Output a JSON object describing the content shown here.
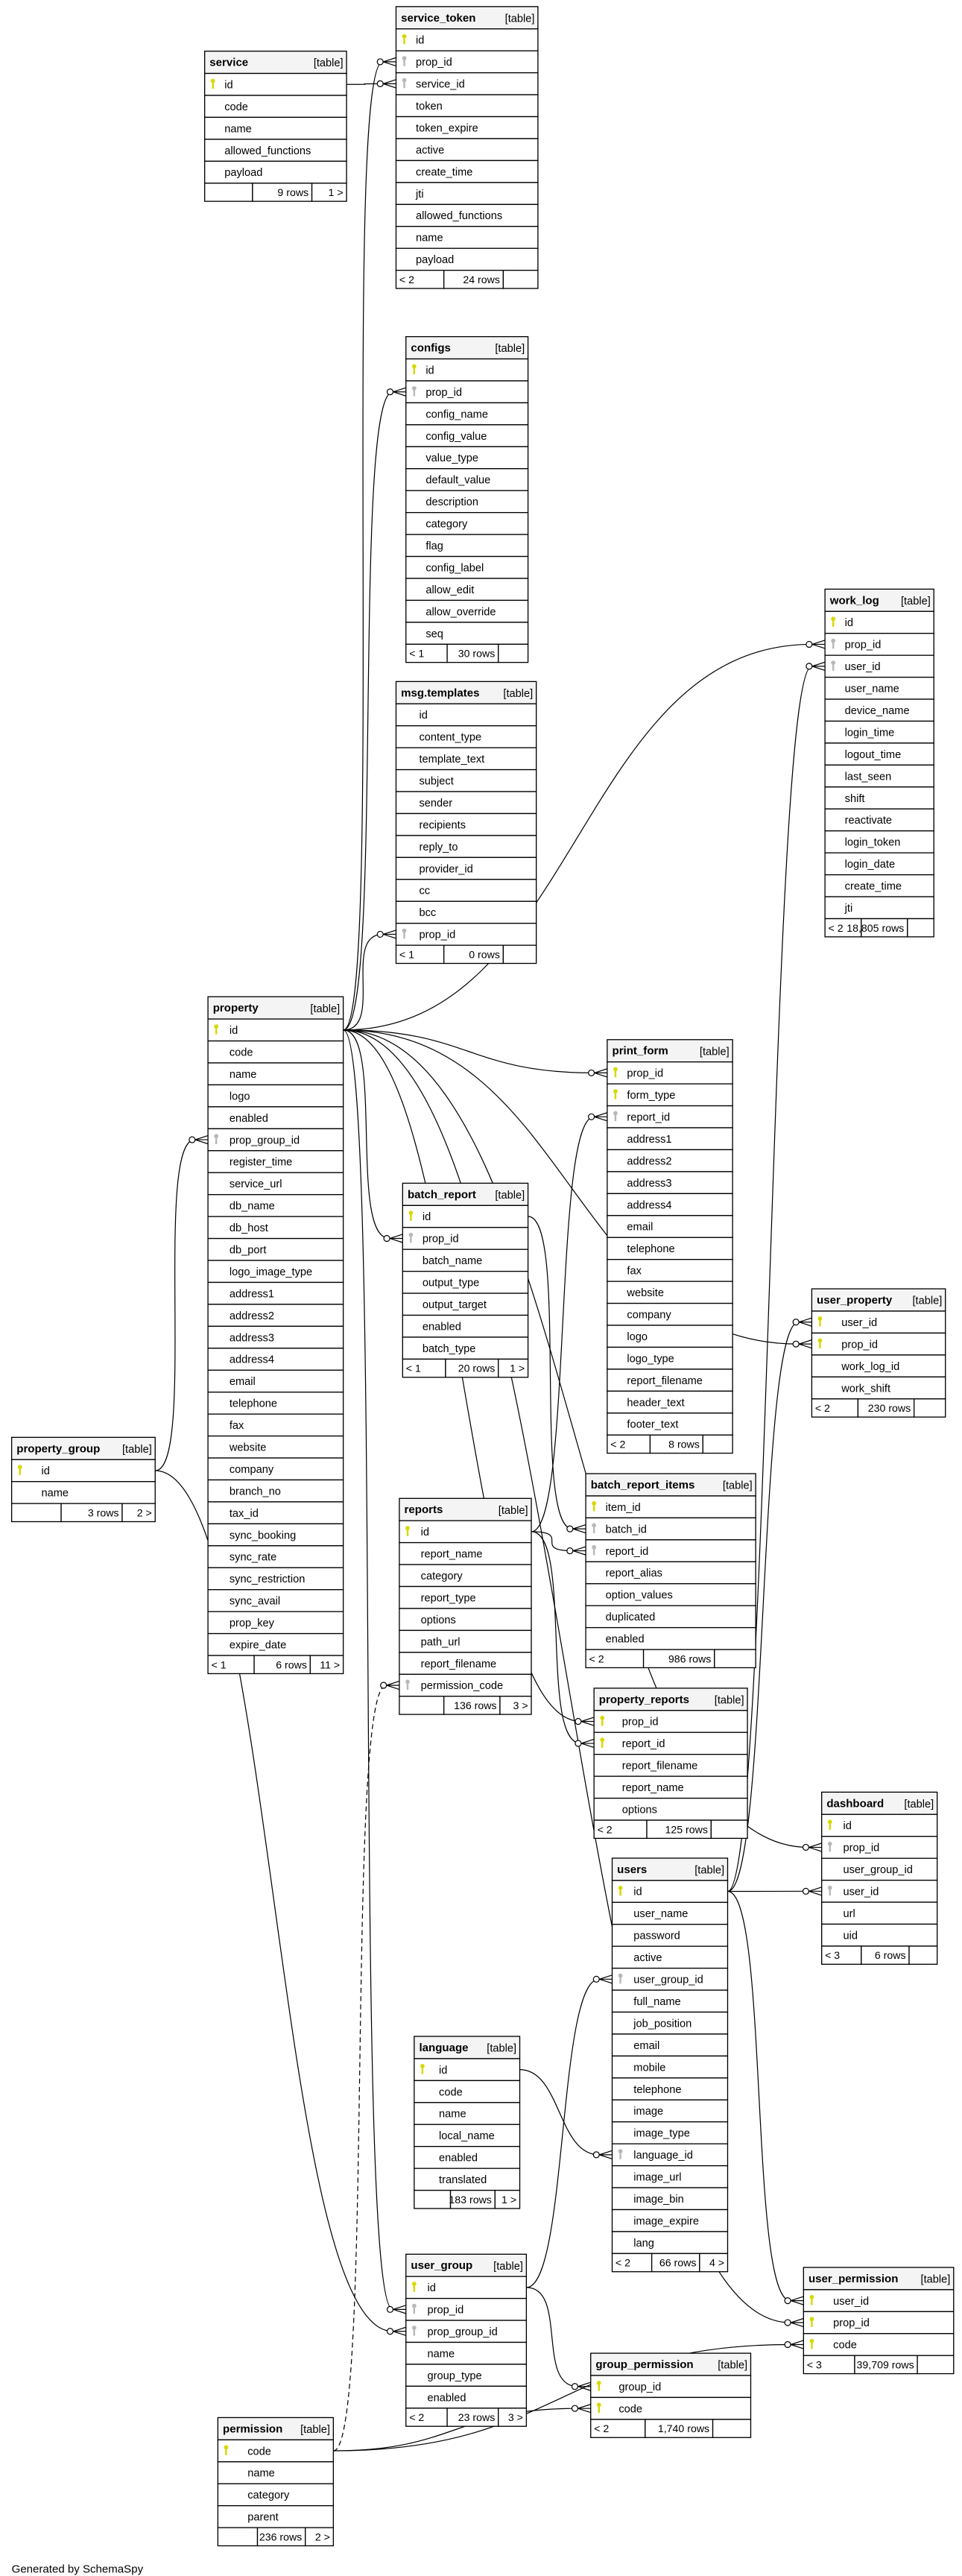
{
  "colors": {
    "primary_key": "#d8d800",
    "foreign_key": "#b8b8b8",
    "header_bg": "#f4f4f4"
  },
  "diagram": {
    "footer_text": "Generated by SchemaSpy",
    "tables": [
      {
        "name": "service",
        "type_label": "[table]",
        "columns": [
          {
            "name": "id",
            "key": "pk"
          },
          {
            "name": "code",
            "key": ""
          },
          {
            "name": "name",
            "key": ""
          },
          {
            "name": "allowed_functions",
            "key": ""
          },
          {
            "name": "payload",
            "key": ""
          }
        ],
        "footer": {
          "parents": "",
          "rows": "9 rows",
          "children": "1 >"
        }
      },
      {
        "name": "service_token",
        "type_label": "[table]",
        "columns": [
          {
            "name": "id",
            "key": "pk"
          },
          {
            "name": "prop_id",
            "key": "fk"
          },
          {
            "name": "service_id",
            "key": "fk"
          },
          {
            "name": "token",
            "key": ""
          },
          {
            "name": "token_expire",
            "key": ""
          },
          {
            "name": "active",
            "key": ""
          },
          {
            "name": "create_time",
            "key": ""
          },
          {
            "name": "jti",
            "key": ""
          },
          {
            "name": "allowed_functions",
            "key": ""
          },
          {
            "name": "name",
            "key": ""
          },
          {
            "name": "payload",
            "key": ""
          }
        ],
        "footer": {
          "parents": "< 2",
          "rows": "24 rows",
          "children": ""
        }
      },
      {
        "name": "configs",
        "type_label": "[table]",
        "columns": [
          {
            "name": "id",
            "key": "pk"
          },
          {
            "name": "prop_id",
            "key": "fk"
          },
          {
            "name": "config_name",
            "key": ""
          },
          {
            "name": "config_value",
            "key": ""
          },
          {
            "name": "value_type",
            "key": ""
          },
          {
            "name": "default_value",
            "key": ""
          },
          {
            "name": "description",
            "key": ""
          },
          {
            "name": "category",
            "key": ""
          },
          {
            "name": "flag",
            "key": ""
          },
          {
            "name": "config_label",
            "key": ""
          },
          {
            "name": "allow_edit",
            "key": ""
          },
          {
            "name": "allow_override",
            "key": ""
          },
          {
            "name": "seq",
            "key": ""
          }
        ],
        "footer": {
          "parents": "< 1",
          "rows": "30 rows",
          "children": ""
        }
      },
      {
        "name": "msg.templates",
        "type_label": "[table]",
        "columns": [
          {
            "name": "id",
            "key": ""
          },
          {
            "name": "content_type",
            "key": ""
          },
          {
            "name": "template_text",
            "key": ""
          },
          {
            "name": "subject",
            "key": ""
          },
          {
            "name": "sender",
            "key": ""
          },
          {
            "name": "recipients",
            "key": ""
          },
          {
            "name": "reply_to",
            "key": ""
          },
          {
            "name": "provider_id",
            "key": ""
          },
          {
            "name": "cc",
            "key": ""
          },
          {
            "name": "bcc",
            "key": ""
          },
          {
            "name": "prop_id",
            "key": "fk"
          }
        ],
        "footer": {
          "parents": "< 1",
          "rows": "0 rows",
          "children": ""
        }
      },
      {
        "name": "work_log",
        "type_label": "[table]",
        "columns": [
          {
            "name": "id",
            "key": "pk"
          },
          {
            "name": "prop_id",
            "key": "fk"
          },
          {
            "name": "user_id",
            "key": "fk"
          },
          {
            "name": "user_name",
            "key": ""
          },
          {
            "name": "device_name",
            "key": ""
          },
          {
            "name": "login_time",
            "key": ""
          },
          {
            "name": "logout_time",
            "key": ""
          },
          {
            "name": "last_seen",
            "key": ""
          },
          {
            "name": "shift",
            "key": ""
          },
          {
            "name": "reactivate",
            "key": ""
          },
          {
            "name": "login_token",
            "key": ""
          },
          {
            "name": "login_date",
            "key": ""
          },
          {
            "name": "create_time",
            "key": ""
          },
          {
            "name": "jti",
            "key": ""
          }
        ],
        "footer": {
          "parents": "< 2",
          "rows": "18,805 rows",
          "children": ""
        }
      },
      {
        "name": "property",
        "type_label": "[table]",
        "columns": [
          {
            "name": "id",
            "key": "pk"
          },
          {
            "name": "code",
            "key": ""
          },
          {
            "name": "name",
            "key": ""
          },
          {
            "name": "logo",
            "key": ""
          },
          {
            "name": "enabled",
            "key": ""
          },
          {
            "name": "prop_group_id",
            "key": "fk"
          },
          {
            "name": "register_time",
            "key": ""
          },
          {
            "name": "service_url",
            "key": ""
          },
          {
            "name": "db_name",
            "key": ""
          },
          {
            "name": "db_host",
            "key": ""
          },
          {
            "name": "db_port",
            "key": ""
          },
          {
            "name": "logo_image_type",
            "key": ""
          },
          {
            "name": "address1",
            "key": ""
          },
          {
            "name": "address2",
            "key": ""
          },
          {
            "name": "address3",
            "key": ""
          },
          {
            "name": "address4",
            "key": ""
          },
          {
            "name": "email",
            "key": ""
          },
          {
            "name": "telephone",
            "key": ""
          },
          {
            "name": "fax",
            "key": ""
          },
          {
            "name": "website",
            "key": ""
          },
          {
            "name": "company",
            "key": ""
          },
          {
            "name": "branch_no",
            "key": ""
          },
          {
            "name": "tax_id",
            "key": ""
          },
          {
            "name": "sync_booking",
            "key": ""
          },
          {
            "name": "sync_rate",
            "key": ""
          },
          {
            "name": "sync_restriction",
            "key": ""
          },
          {
            "name": "sync_avail",
            "key": ""
          },
          {
            "name": "prop_key",
            "key": ""
          },
          {
            "name": "expire_date",
            "key": ""
          }
        ],
        "footer": {
          "parents": "< 1",
          "rows": "6 rows",
          "children": "11 >"
        }
      },
      {
        "name": "print_form",
        "type_label": "[table]",
        "columns": [
          {
            "name": "prop_id",
            "key": "pk"
          },
          {
            "name": "form_type",
            "key": "pk"
          },
          {
            "name": "report_id",
            "key": "fk"
          },
          {
            "name": "address1",
            "key": ""
          },
          {
            "name": "address2",
            "key": ""
          },
          {
            "name": "address3",
            "key": ""
          },
          {
            "name": "address4",
            "key": ""
          },
          {
            "name": "email",
            "key": ""
          },
          {
            "name": "telephone",
            "key": ""
          },
          {
            "name": "fax",
            "key": ""
          },
          {
            "name": "website",
            "key": ""
          },
          {
            "name": "company",
            "key": ""
          },
          {
            "name": "logo",
            "key": ""
          },
          {
            "name": "logo_type",
            "key": ""
          },
          {
            "name": "report_filename",
            "key": ""
          },
          {
            "name": "header_text",
            "key": ""
          },
          {
            "name": "footer_text",
            "key": ""
          }
        ],
        "footer": {
          "parents": "< 2",
          "rows": "8 rows",
          "children": ""
        }
      },
      {
        "name": "batch_report",
        "type_label": "[table]",
        "columns": [
          {
            "name": "id",
            "key": "pk"
          },
          {
            "name": "prop_id",
            "key": "fk"
          },
          {
            "name": "batch_name",
            "key": ""
          },
          {
            "name": "output_type",
            "key": ""
          },
          {
            "name": "output_target",
            "key": ""
          },
          {
            "name": "enabled",
            "key": ""
          },
          {
            "name": "batch_type",
            "key": ""
          }
        ],
        "footer": {
          "parents": "< 1",
          "rows": "20 rows",
          "children": "1 >"
        }
      },
      {
        "name": "user_property",
        "type_label": "[table]",
        "columns": [
          {
            "name": "user_id",
            "key": "pk"
          },
          {
            "name": "prop_id",
            "key": "pk"
          },
          {
            "name": "work_log_id",
            "key": ""
          },
          {
            "name": "work_shift",
            "key": ""
          }
        ],
        "footer": {
          "parents": "< 2",
          "rows": "230 rows",
          "children": ""
        }
      },
      {
        "name": "property_group",
        "type_label": "[table]",
        "columns": [
          {
            "name": "id",
            "key": "pk"
          },
          {
            "name": "name",
            "key": ""
          }
        ],
        "footer": {
          "parents": "",
          "rows": "3 rows",
          "children": "2 >"
        }
      },
      {
        "name": "batch_report_items",
        "type_label": "[table]",
        "columns": [
          {
            "name": "item_id",
            "key": "pk"
          },
          {
            "name": "batch_id",
            "key": "fk"
          },
          {
            "name": "report_id",
            "key": "fk"
          },
          {
            "name": "report_alias",
            "key": ""
          },
          {
            "name": "option_values",
            "key": ""
          },
          {
            "name": "duplicated",
            "key": ""
          },
          {
            "name": "enabled",
            "key": ""
          }
        ],
        "footer": {
          "parents": "< 2",
          "rows": "986 rows",
          "children": ""
        }
      },
      {
        "name": "reports",
        "type_label": "[table]",
        "columns": [
          {
            "name": "id",
            "key": "pk"
          },
          {
            "name": "report_name",
            "key": ""
          },
          {
            "name": "category",
            "key": ""
          },
          {
            "name": "report_type",
            "key": ""
          },
          {
            "name": "options",
            "key": ""
          },
          {
            "name": "path_url",
            "key": ""
          },
          {
            "name": "report_filename",
            "key": ""
          },
          {
            "name": "permission_code",
            "key": "fk"
          }
        ],
        "footer": {
          "parents": "",
          "rows": "136 rows",
          "children": "3 >"
        }
      },
      {
        "name": "property_reports",
        "type_label": "[table]",
        "columns": [
          {
            "name": "prop_id",
            "key": "pk"
          },
          {
            "name": "report_id",
            "key": "pk"
          },
          {
            "name": "report_filename",
            "key": ""
          },
          {
            "name": "report_name",
            "key": ""
          },
          {
            "name": "options",
            "key": ""
          }
        ],
        "footer": {
          "parents": "< 2",
          "rows": "125 rows",
          "children": ""
        }
      },
      {
        "name": "dashboard",
        "type_label": "[table]",
        "columns": [
          {
            "name": "id",
            "key": "pk"
          },
          {
            "name": "prop_id",
            "key": "fk"
          },
          {
            "name": "user_group_id",
            "key": ""
          },
          {
            "name": "user_id",
            "key": "fk"
          },
          {
            "name": "url",
            "key": ""
          },
          {
            "name": "uid",
            "key": ""
          }
        ],
        "footer": {
          "parents": "< 3",
          "rows": "6 rows",
          "children": ""
        }
      },
      {
        "name": "users",
        "type_label": "[table]",
        "columns": [
          {
            "name": "id",
            "key": "pk"
          },
          {
            "name": "user_name",
            "key": ""
          },
          {
            "name": "password",
            "key": ""
          },
          {
            "name": "active",
            "key": ""
          },
          {
            "name": "user_group_id",
            "key": "fk"
          },
          {
            "name": "full_name",
            "key": ""
          },
          {
            "name": "job_position",
            "key": ""
          },
          {
            "name": "email",
            "key": ""
          },
          {
            "name": "mobile",
            "key": ""
          },
          {
            "name": "telephone",
            "key": ""
          },
          {
            "name": "image",
            "key": ""
          },
          {
            "name": "image_type",
            "key": ""
          },
          {
            "name": "language_id",
            "key": "fk"
          },
          {
            "name": "image_url",
            "key": ""
          },
          {
            "name": "image_bin",
            "key": ""
          },
          {
            "name": "image_expire",
            "key": ""
          },
          {
            "name": "lang",
            "key": ""
          }
        ],
        "footer": {
          "parents": "< 2",
          "rows": "66 rows",
          "children": "4 >"
        }
      },
      {
        "name": "language",
        "type_label": "[table]",
        "columns": [
          {
            "name": "id",
            "key": "pk"
          },
          {
            "name": "code",
            "key": ""
          },
          {
            "name": "name",
            "key": ""
          },
          {
            "name": "local_name",
            "key": ""
          },
          {
            "name": "enabled",
            "key": ""
          },
          {
            "name": "translated",
            "key": ""
          }
        ],
        "footer": {
          "parents": "",
          "rows": "183 rows",
          "children": "1 >"
        }
      },
      {
        "name": "user_group",
        "type_label": "[table]",
        "columns": [
          {
            "name": "id",
            "key": "pk"
          },
          {
            "name": "prop_id",
            "key": "fk"
          },
          {
            "name": "prop_group_id",
            "key": "fk"
          },
          {
            "name": "name",
            "key": ""
          },
          {
            "name": "group_type",
            "key": ""
          },
          {
            "name": "enabled",
            "key": ""
          }
        ],
        "footer": {
          "parents": "< 2",
          "rows": "23 rows",
          "children": "3 >"
        }
      },
      {
        "name": "user_permission",
        "type_label": "[table]",
        "columns": [
          {
            "name": "user_id",
            "key": "pk"
          },
          {
            "name": "prop_id",
            "key": "pk"
          },
          {
            "name": "code",
            "key": "pk"
          }
        ],
        "footer": {
          "parents": "< 3",
          "rows": "39,709 rows",
          "children": ""
        }
      },
      {
        "name": "group_permission",
        "type_label": "[table]",
        "columns": [
          {
            "name": "group_id",
            "key": "pk"
          },
          {
            "name": "code",
            "key": "pk"
          }
        ],
        "footer": {
          "parents": "< 2",
          "rows": "1,740 rows",
          "children": ""
        }
      },
      {
        "name": "permission",
        "type_label": "[table]",
        "columns": [
          {
            "name": "code",
            "key": "pk"
          },
          {
            "name": "name",
            "key": ""
          },
          {
            "name": "category",
            "key": ""
          },
          {
            "name": "parent",
            "key": ""
          }
        ],
        "footer": {
          "parents": "",
          "rows": "236 rows",
          "children": "2 >"
        }
      }
    ]
  }
}
